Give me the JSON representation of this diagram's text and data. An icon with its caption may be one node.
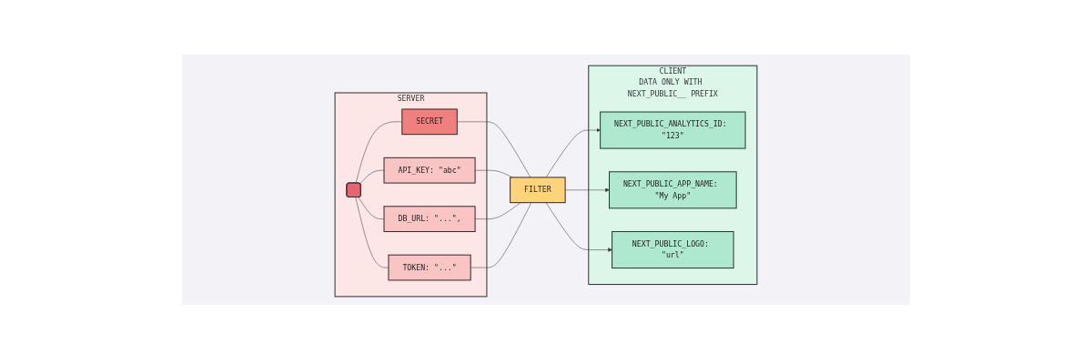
{
  "diagram": {
    "nodes": [
      {
        "text": [
          "SERVER"
        ]
      },
      {
        "text": [],
        "shape": "lock",
        "in": 0
      },
      {
        "text": [
          "SECRET"
        ],
        "in": 0
      },
      {
        "text": [
          "API_KEY: \"abc\""
        ],
        "in": 0
      },
      {
        "text": [
          "DB_URL: \"...\","
        ],
        "in": 0
      },
      {
        "text": [
          "TOKEN: \"...\""
        ],
        "in": 0
      },
      {
        "text": [
          "FILTER"
        ]
      },
      {
        "text": [
          "CLIENT",
          "DATA ONLY WITH NEXT_PUBLIC__ PREFIX"
        ]
      },
      {
        "text": [
          "NEXT_PUBLIC_ANALYTICS_ID: \"123\""
        ],
        "in": 7
      },
      {
        "text": [
          "NEXT_PUBLIC_APP_NAME: \"My App\""
        ],
        "in": 7
      },
      {
        "text": [
          "NEXT_PUBLIC_LOGO: \"url\""
        ],
        "in": 7
      }
    ],
    "edges": [
      {
        "from": 1,
        "to": 2,
        "arrow": "none"
      },
      {
        "from": 1,
        "to": 3,
        "arrow": "none"
      },
      {
        "from": 1,
        "to": 4,
        "arrow": "none"
      },
      {
        "from": 1,
        "to": 5,
        "arrow": "none"
      },
      {
        "from": 2,
        "to": 6,
        "arrow": "none"
      },
      {
        "from": 3,
        "to": 6,
        "arrow": "none"
      },
      {
        "from": 4,
        "to": 6,
        "arrow": "none"
      },
      {
        "from": 5,
        "to": 6,
        "arrow": "none"
      },
      {
        "from": 6,
        "to": 8,
        "arrow": "to"
      },
      {
        "from": 6,
        "to": 9,
        "arrow": "to"
      },
      {
        "from": 6,
        "to": 10,
        "arrow": "to"
      }
    ]
  }
}
